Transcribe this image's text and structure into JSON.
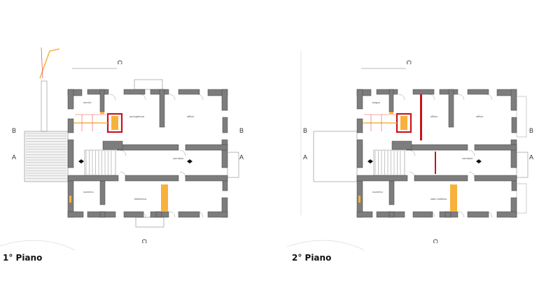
{
  "colors": {
    "wall": "#7d7d7d",
    "wall_outline": "#444444",
    "new_wall": "#c8141c",
    "opening": "#f7b23b",
    "line": "#9a9a9a"
  },
  "plans": [
    {
      "title": "1° Piano",
      "rooms": [
        "servizi",
        "accoglienza",
        "ufficio",
        "corridoio",
        "cucinino",
        "biblioteca"
      ],
      "sections": {
        "a": "A",
        "b": "B",
        "c": "C"
      }
    },
    {
      "title": "2° Piano",
      "rooms": [
        "bagno",
        "ufficio",
        "ufficio",
        "corridoio",
        "cucinino",
        "sala multiuso"
      ],
      "sections": {
        "a": "A",
        "b": "B",
        "c": "C"
      }
    }
  ]
}
